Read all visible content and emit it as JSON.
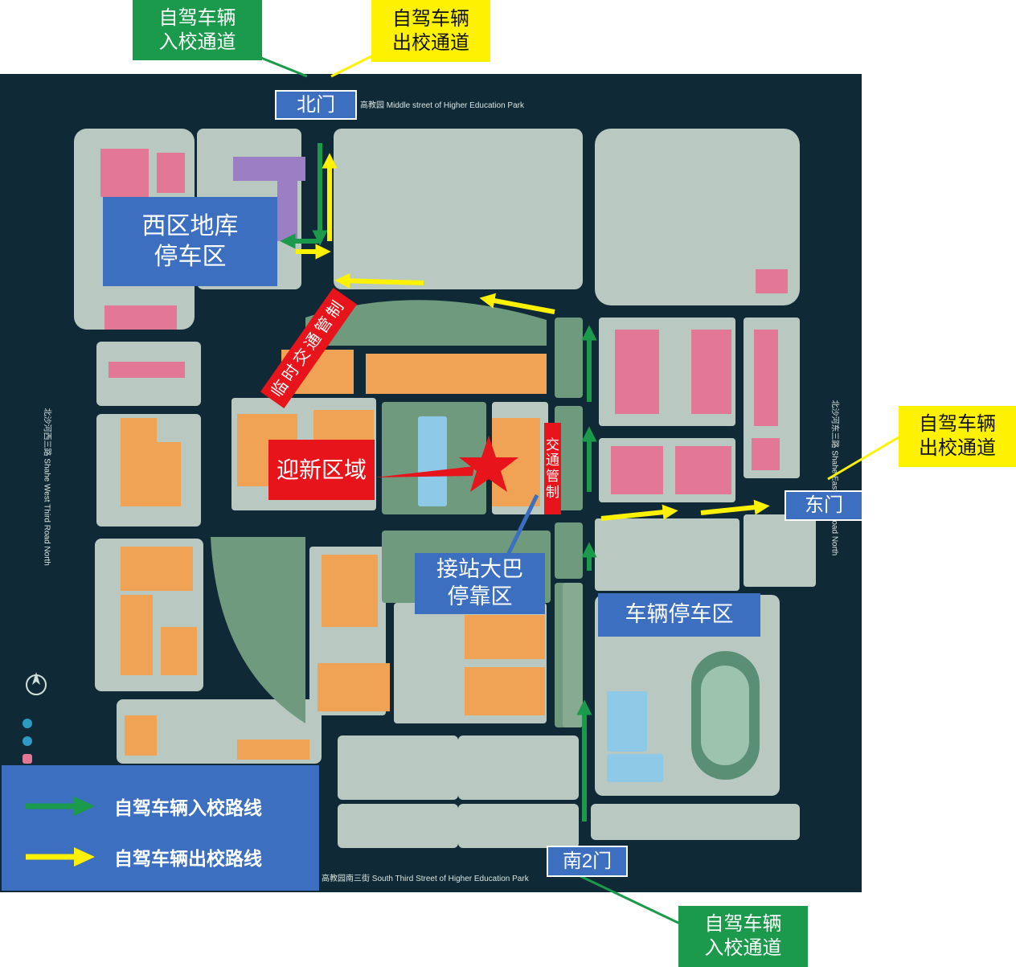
{
  "callouts": {
    "north_in": "自驾车辆\n入校通道",
    "north_out": "自驾车辆\n出校通道",
    "east_out": "自驾车辆\n出校通道",
    "south_in": "自驾车辆\n入校通道"
  },
  "gates": {
    "north": "北门",
    "east": "东门",
    "south2": "南2门"
  },
  "areas": {
    "west_garage": "西区地库\n停车区",
    "welcome": "迎新区域",
    "bus_stop": "接站大巴\n停靠区",
    "vehicle_parking": "车辆停车区"
  },
  "traffic_control": {
    "temporary": "临时交通管制",
    "center": "交通管制"
  },
  "legend": {
    "enter_route": "自驾车辆入校路线",
    "exit_route": "自驾车辆出校路线"
  },
  "streets": {
    "north": "高教园 Middle street of Higher Education Park",
    "south": "高教园南三街 South Third Street of Higher Education Park",
    "west": "北沙河西三路 Shahe West Third Road North",
    "east": "北沙河东三路 Shahe East Third Road North"
  },
  "colors": {
    "map_bg": "#0f2a36",
    "block": "#b9c9c1",
    "park": "#6f9a7e",
    "orange_building": "#f0a354",
    "pink_building": "#e27896",
    "purple_building": "#9b7ec4",
    "enter_arrow": "#1a9a4a",
    "exit_arrow": "#fff200",
    "label_blue": "#3c6fc0",
    "control_red": "#e8141b"
  }
}
